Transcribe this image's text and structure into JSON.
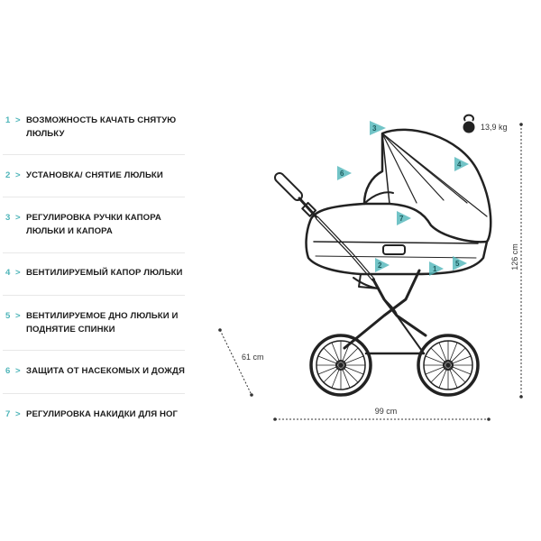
{
  "features": [
    {
      "num": "1",
      "arrow": ">",
      "text": "ВОЗМОЖНОСТЬ КАЧАТЬ СНЯТУЮ ЛЮЛЬКУ"
    },
    {
      "num": "2",
      "arrow": ">",
      "text": "УСТАНОВКА/ СНЯТИЕ ЛЮЛЬКИ"
    },
    {
      "num": "3",
      "arrow": ">",
      "text": "РЕГУЛИРОВКА РУЧКИ КАПОРА ЛЮЛЬКИ И КАПОРА"
    },
    {
      "num": "4",
      "arrow": ">",
      "text": "ВЕНТИЛИРУЕМЫЙ КАПОР ЛЮЛЬКИ"
    },
    {
      "num": "5",
      "arrow": ">",
      "text": "ВЕНТИЛИРУЕМОЕ ДНО ЛЮЛЬКИ И ПОДНЯТИЕ СПИНКИ"
    },
    {
      "num": "6",
      "arrow": ">",
      "text": "ЗАЩИТА ОТ НАСЕКОМЫХ И ДОЖДЯ"
    },
    {
      "num": "7",
      "arrow": ">",
      "text": "РЕГУЛИРОВКА НАКИДКИ ДЛЯ НОГ"
    }
  ],
  "dimensions": {
    "weight": "13,9 kg",
    "height": "126 cm",
    "depth": "61 cm",
    "length": "99 cm"
  },
  "markers": {
    "m1": "1",
    "m2": "2",
    "m3": "3",
    "m4": "4",
    "m5": "5",
    "m6": "6",
    "m7": "7"
  },
  "colors": {
    "accent": "#4fb5b9",
    "line": "#222222"
  },
  "icons": {
    "weight": "kettlebell-icon",
    "arrow": "chevron-right-icon"
  }
}
